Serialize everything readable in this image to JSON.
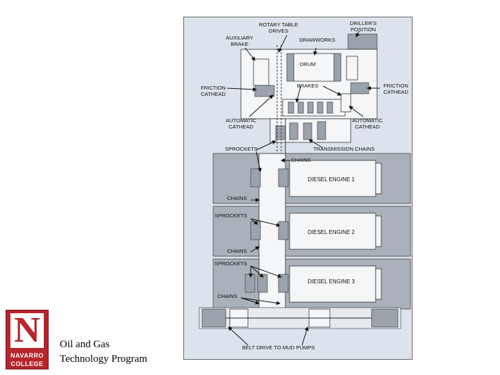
{
  "logo": {
    "letter": "N",
    "line1": "NAVARRO",
    "line2": "COLLEGE"
  },
  "caption": {
    "line1": "Oil and Gas",
    "line2": "Technology Program"
  },
  "diagram": {
    "labels": {
      "rotary_table_drives": [
        "ROTARY TABLE",
        "DRIVES"
      ],
      "drillers_position": [
        "DRILLER'S",
        "POSITION"
      ],
      "auxiliary_brake": [
        "AUXILIARY",
        "BRAKE"
      ],
      "drawworks": "DRAWWORKS",
      "drum": "DRUM",
      "brakes": "BRAKES",
      "friction_cathead_left": [
        "FRICTION",
        "CATHEAD"
      ],
      "friction_cathead_right": [
        "FRICTION",
        "CATHEAD"
      ],
      "automatic_cathead_left": [
        "AUTOMATIC",
        "CATHEAD"
      ],
      "automatic_cathead_right": [
        "AUTOMATIC",
        "CATHEAD"
      ],
      "sprockets_top": "SPROCKETS",
      "transmission_chains": "TRANSMISSION CHAINS",
      "chains_top": "CHAINS",
      "chains_1": "CHAINS",
      "sprockets_2": "SPROCKETS",
      "chains_2": "CHAINS",
      "sprockets_3": "SPROCKETS",
      "chains_3": "CHAINS",
      "belt_drive": "BELT DRIVE TO MUD PUMPS"
    },
    "engines": [
      "DIESEL ENGINE 1",
      "DIESEL ENGINE 2",
      "DIESEL ENGINE 3"
    ]
  }
}
